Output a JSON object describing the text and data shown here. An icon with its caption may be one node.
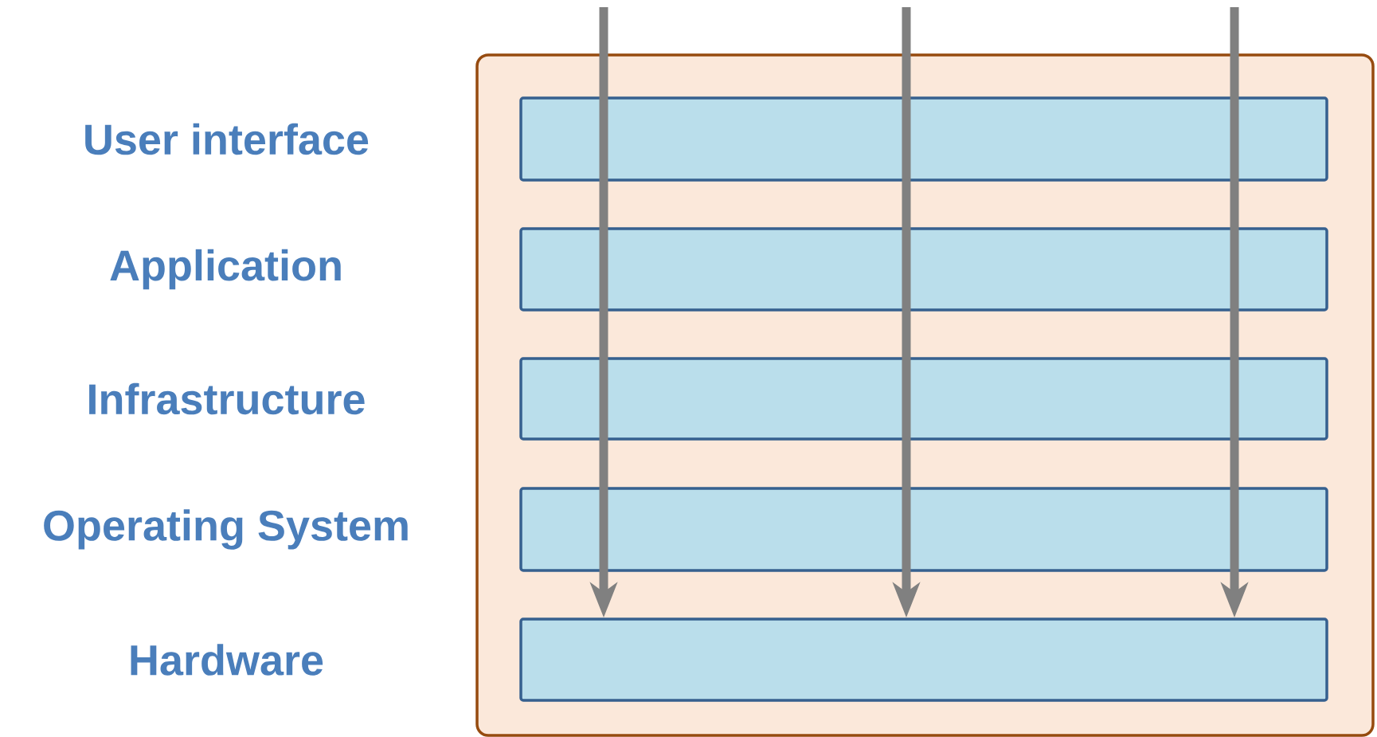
{
  "diagram": {
    "nodes": [
      {
        "text": [],
        "shape": "box"
      },
      {
        "text": [],
        "shape": "bar",
        "in": 0
      },
      {
        "text": [],
        "shape": "bar",
        "in": 0
      },
      {
        "text": [],
        "shape": "bar",
        "in": 0
      },
      {
        "text": [],
        "shape": "bar",
        "in": 0
      },
      {
        "text": [],
        "shape": "bar",
        "in": 0
      }
    ],
    "labels": [
      "User interface",
      "Application",
      "Infrastructure",
      "Operating System",
      "Hardware"
    ],
    "edges": [
      {
        "from": null,
        "to": 5,
        "arrow": "to"
      },
      {
        "from": null,
        "to": 5,
        "arrow": "to"
      },
      {
        "from": null,
        "to": 5,
        "arrow": "to"
      }
    ]
  }
}
